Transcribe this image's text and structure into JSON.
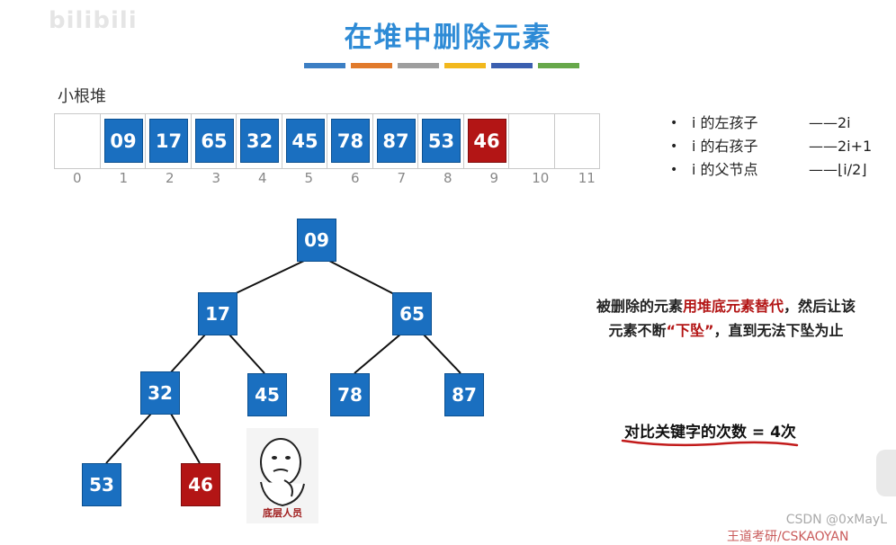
{
  "watermark": "bilibili",
  "title": "在堆中删除元素",
  "color_strip": [
    "#3c7fc4",
    "#e17a2b",
    "#9e9e9e",
    "#f2b81d",
    "#3b5fb0",
    "#67a84a"
  ],
  "heap_label": "小根堆",
  "array": {
    "cells": [
      {
        "value": "",
        "highlight": false
      },
      {
        "value": "09",
        "highlight": false
      },
      {
        "value": "17",
        "highlight": false
      },
      {
        "value": "65",
        "highlight": false
      },
      {
        "value": "32",
        "highlight": false
      },
      {
        "value": "45",
        "highlight": false
      },
      {
        "value": "78",
        "highlight": false
      },
      {
        "value": "87",
        "highlight": false
      },
      {
        "value": "53",
        "highlight": false
      },
      {
        "value": "46",
        "highlight": true
      },
      {
        "value": "",
        "highlight": false
      },
      {
        "value": "",
        "highlight": false
      }
    ],
    "indices": [
      "0",
      "1",
      "2",
      "3",
      "4",
      "5",
      "6",
      "7",
      "8",
      "9",
      "10",
      "11"
    ]
  },
  "formulas": [
    {
      "bullet": "•",
      "label": "i 的左孩子",
      "value": "——2i"
    },
    {
      "bullet": "•",
      "label": "i 的右孩子",
      "value": "——2i+1"
    },
    {
      "bullet": "•",
      "label": "i 的父节点",
      "value": "——⌊i/2⌋"
    }
  ],
  "tree": {
    "nodes": [
      {
        "id": "n1",
        "value": "09",
        "red": false
      },
      {
        "id": "n2",
        "value": "17",
        "red": false
      },
      {
        "id": "n3",
        "value": "65",
        "red": false
      },
      {
        "id": "n4",
        "value": "32",
        "red": false
      },
      {
        "id": "n5",
        "value": "45",
        "red": false
      },
      {
        "id": "n6",
        "value": "78",
        "red": false
      },
      {
        "id": "n7",
        "value": "87",
        "red": false
      },
      {
        "id": "n8",
        "value": "53",
        "red": false
      },
      {
        "id": "n9",
        "value": "46",
        "red": true
      }
    ]
  },
  "meme_caption": "底层人员",
  "explain": {
    "line1_a": "被删除的元素",
    "line1_hl": "用堆底元素替代",
    "line1_b": "，然后让该",
    "line2_a": "元素不断",
    "line2_hl": "“下坠”",
    "line2_b": "，直到无法下坠为止"
  },
  "compare": "对比关键字的次数 = 4次",
  "csdn": "CSDN @0xMayL",
  "bottom_cut": "王道考研/CSKAOYAN"
}
